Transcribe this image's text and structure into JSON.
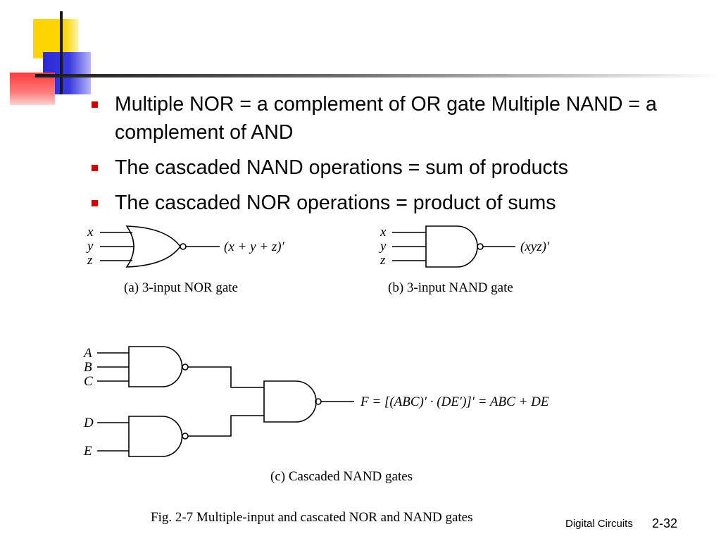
{
  "bullets": [
    "Multiple NOR = a complement of OR gate Multiple NAND = a complement of AND",
    "The cascaded NAND operations = sum of products",
    "The cascaded NOR operations = product of sums"
  ],
  "figure": {
    "nor": {
      "inputs": [
        "x",
        "y",
        "z"
      ],
      "output": "(x + y + z)′",
      "caption": "(a) 3-input NOR gate"
    },
    "nand": {
      "inputs": [
        "x",
        "y",
        "z"
      ],
      "output": "(xyz)′",
      "caption": "(b) 3-input NAND gate"
    },
    "cascade": {
      "inputs_top": [
        "A",
        "B",
        "C"
      ],
      "inputs_bottom": [
        "D",
        "E"
      ],
      "output": "F = [(ABC)′ · (DE′)]′ = ABC + DE",
      "caption": "(c) Cascaded NAND gates"
    },
    "title": "Fig. 2-7  Multiple-input and cascated NOR and NAND gates"
  },
  "footer": {
    "label": "Digital Circuits",
    "page": "2-32"
  },
  "colors": {
    "bullet": "#cc0000",
    "yellow": "#ffd400",
    "blue": "#2a2ad8",
    "red": "#ff3a3a"
  }
}
